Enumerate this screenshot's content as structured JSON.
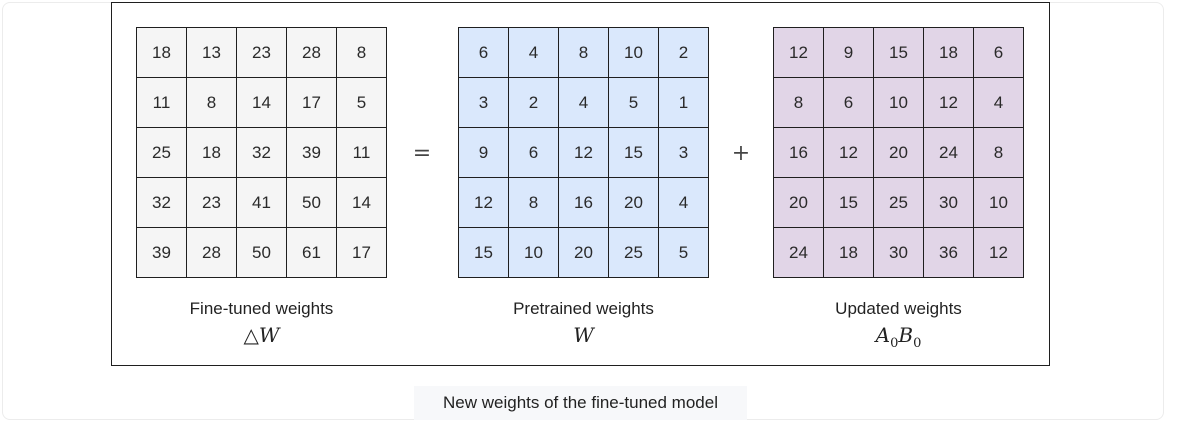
{
  "matrices": [
    {
      "label": "Fine-tuned weights",
      "symbol_main": "△W",
      "symbol_sub": "",
      "symbol_main2": "",
      "symbol_sub2": "",
      "fill": "#f5f5f5",
      "values": [
        [
          "18",
          "13",
          "23",
          "28",
          "8"
        ],
        [
          "11",
          "8",
          "14",
          "17",
          "5"
        ],
        [
          "25",
          "18",
          "32",
          "39",
          "11"
        ],
        [
          "32",
          "23",
          "41",
          "50",
          "14"
        ],
        [
          "39",
          "28",
          "50",
          "61",
          "17"
        ]
      ]
    },
    {
      "label": "Pretrained weights",
      "symbol_main": "W",
      "symbol_sub": "",
      "symbol_main2": "",
      "symbol_sub2": "",
      "fill": "#dae8fc",
      "values": [
        [
          "6",
          "4",
          "8",
          "10",
          "2"
        ],
        [
          "3",
          "2",
          "4",
          "5",
          "1"
        ],
        [
          "9",
          "6",
          "12",
          "15",
          "3"
        ],
        [
          "12",
          "8",
          "16",
          "20",
          "4"
        ],
        [
          "15",
          "10",
          "20",
          "25",
          "5"
        ]
      ]
    },
    {
      "label": "Updated weights",
      "symbol_main": "A",
      "symbol_sub": "0",
      "symbol_main2": "B",
      "symbol_sub2": "0",
      "fill": "#e1d5e7",
      "values": [
        [
          "12",
          "9",
          "15",
          "18",
          "6"
        ],
        [
          "8",
          "6",
          "10",
          "12",
          "4"
        ],
        [
          "16",
          "12",
          "20",
          "24",
          "8"
        ],
        [
          "20",
          "15",
          "25",
          "30",
          "10"
        ],
        [
          "24",
          "18",
          "30",
          "36",
          "12"
        ]
      ]
    }
  ],
  "operators": {
    "equals": "=",
    "plus": "+"
  },
  "caption": "New weights of the fine-tuned model"
}
